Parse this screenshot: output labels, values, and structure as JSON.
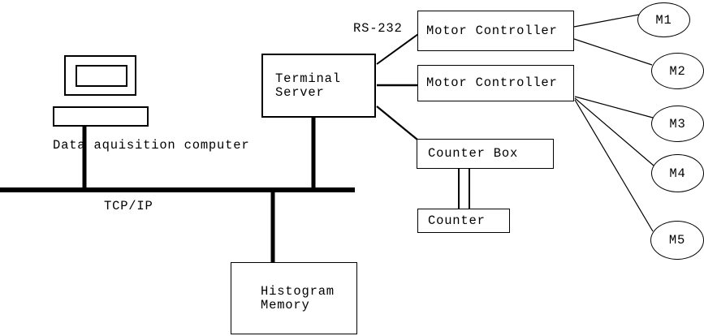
{
  "diagram": {
    "computer": {
      "label": "Data aquisition computer"
    },
    "terminal_server": {
      "line1": "Terminal",
      "line2": "Server"
    },
    "motor_controllers": [
      {
        "label": "Motor Controller"
      },
      {
        "label": "Motor Controller"
      }
    ],
    "counter_box": {
      "label": "Counter Box"
    },
    "counter": {
      "label": "Counter"
    },
    "histogram_memory": {
      "line1": "Histogram",
      "line2": "Memory"
    },
    "motors": [
      {
        "label": "M1"
      },
      {
        "label": "M2"
      },
      {
        "label": "M3"
      },
      {
        "label": "M4"
      },
      {
        "label": "M5"
      }
    ],
    "bus_label": "TCP/IP",
    "serial_label": "RS-232",
    "colors": {
      "background": "#ffffff",
      "line": "#000000",
      "text": "#000000"
    }
  }
}
